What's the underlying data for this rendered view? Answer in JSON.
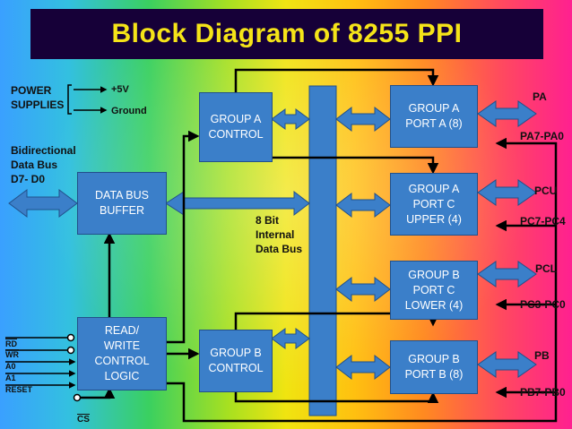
{
  "title": "Block Diagram of 8255 PPI",
  "power": {
    "label_line1": "POWER",
    "label_line2": "SUPPLIES",
    "plus5v": "+5V",
    "ground": "Ground"
  },
  "data_bus": {
    "line1": "Bidirectional",
    "line2": "Data Bus",
    "line3": "D7- D0"
  },
  "internal_bus": {
    "line1": "8 Bit",
    "line2": "Internal",
    "line3": "Data Bus"
  },
  "blocks": {
    "data_bus_buffer": [
      "DATA BUS",
      "BUFFER"
    ],
    "rw_control_logic": [
      "READ/",
      "WRITE",
      "CONTROL",
      "LOGIC"
    ],
    "group_a_control": [
      "GROUP A",
      "CONTROL"
    ],
    "group_b_control": [
      "GROUP B",
      "CONTROL"
    ],
    "group_a_port_a": [
      "GROUP A",
      "PORT A (8)"
    ],
    "group_a_port_c_upper": [
      "GROUP A",
      "PORT C",
      "UPPER (4)"
    ],
    "group_b_port_c_lower": [
      "GROUP B",
      "PORT C",
      "LOWER (4)"
    ],
    "group_b_port_b": [
      "GROUP B",
      "PORT B (8)"
    ]
  },
  "ports": {
    "pa": {
      "name": "PA",
      "pins": "PA7-PA0"
    },
    "pcu": {
      "name": "PCU",
      "pins": "PC7-PC4"
    },
    "pcl": {
      "name": "PCL",
      "pins": "PC3-PC0"
    },
    "pb": {
      "name": "PB",
      "pins": "PB7-PB0"
    }
  },
  "signals": {
    "rd": "RD",
    "wr": "WR",
    "a0": "A0",
    "a1": "A1",
    "reset": "RESET",
    "cs": "CS"
  },
  "colors": {
    "block_fill": "#3b7fc9",
    "title_bg": "#160038",
    "title_text": "#f5e418"
  }
}
